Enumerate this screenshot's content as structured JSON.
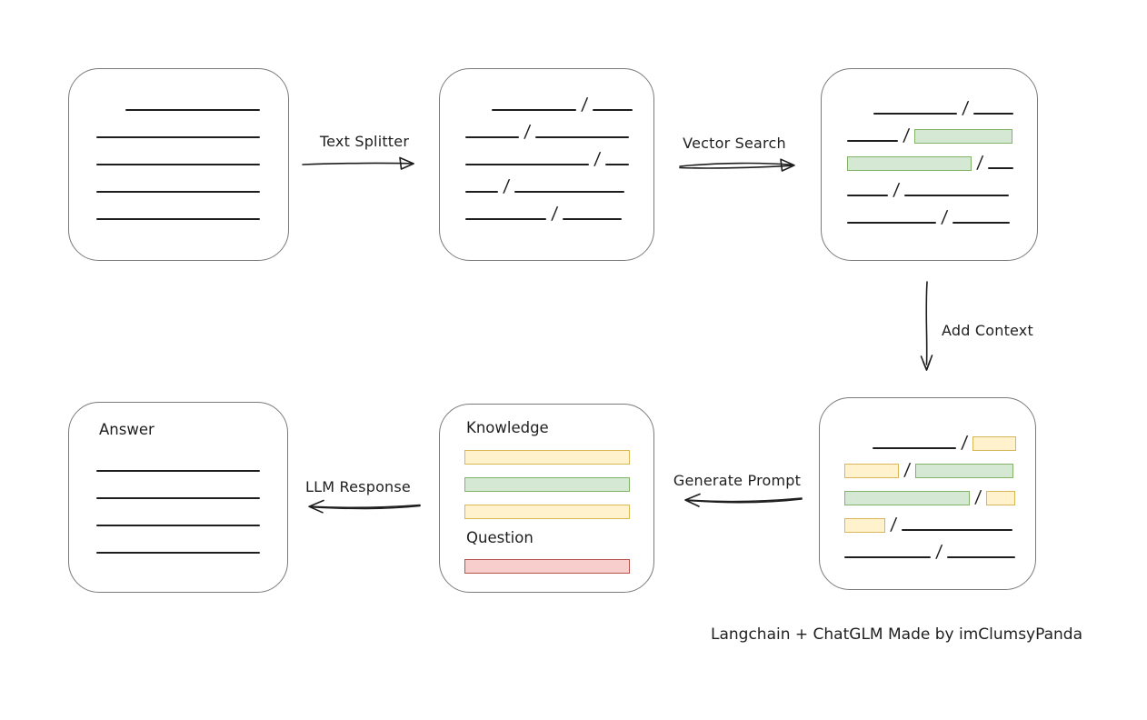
{
  "colors": {
    "ink": "#1e1e1e",
    "box_stroke": "#7a7a7a",
    "green_fill": "#d5e8d4",
    "green_stroke": "#82b366",
    "yellow_fill": "#fff2cc",
    "yellow_stroke": "#d6b656",
    "red_fill": "#f8cecc",
    "red_stroke": "#b85450"
  },
  "labels": {
    "text_splitter": "Text Splitter",
    "vector_search": "Vector Search",
    "add_context": "Add Context",
    "generate_prompt": "Generate Prompt",
    "llm_response": "LLM Response",
    "knowledge": "Knowledge",
    "question": "Question",
    "answer": "Answer",
    "credit": "Langchain + ChatGLM Made by imClumsyPanda"
  },
  "slash": "/",
  "rows": {
    "document": [
      {
        "indent": 32,
        "segs": [
          {
            "t": "line",
            "w": 148
          }
        ]
      },
      {
        "indent": 0,
        "segs": [
          {
            "t": "line",
            "w": 180
          }
        ]
      },
      {
        "indent": 0,
        "segs": [
          {
            "t": "line",
            "w": 180
          }
        ]
      },
      {
        "indent": 0,
        "segs": [
          {
            "t": "line",
            "w": 180
          }
        ]
      },
      {
        "indent": 0,
        "segs": [
          {
            "t": "line",
            "w": 180
          }
        ]
      }
    ],
    "split_chunks": [
      {
        "indent": 29,
        "segs": [
          {
            "t": "line",
            "w": 93
          },
          {
            "t": "line",
            "w": 44
          }
        ]
      },
      {
        "indent": 0,
        "segs": [
          {
            "t": "line",
            "w": 59
          },
          {
            "t": "line",
            "w": 103
          }
        ]
      },
      {
        "indent": 0,
        "segs": [
          {
            "t": "line",
            "w": 136
          },
          {
            "t": "line",
            "w": 26
          }
        ]
      },
      {
        "indent": 0,
        "segs": [
          {
            "t": "line",
            "w": 36
          },
          {
            "t": "line",
            "w": 121
          }
        ]
      },
      {
        "indent": 0,
        "segs": [
          {
            "t": "line",
            "w": 89
          },
          {
            "t": "line",
            "w": 65
          }
        ]
      }
    ],
    "vector_results": [
      {
        "indent": 29,
        "segs": [
          {
            "t": "line",
            "w": 92
          },
          {
            "t": "line",
            "w": 44
          }
        ]
      },
      {
        "indent": 0,
        "segs": [
          {
            "t": "line",
            "w": 56
          },
          {
            "t": "green",
            "w": 108
          }
        ]
      },
      {
        "indent": 0,
        "segs": [
          {
            "t": "green",
            "w": 137
          },
          {
            "t": "line",
            "w": 28
          }
        ]
      },
      {
        "indent": 0,
        "segs": [
          {
            "t": "line",
            "w": 45
          },
          {
            "t": "line",
            "w": 115
          }
        ]
      },
      {
        "indent": 0,
        "segs": [
          {
            "t": "line",
            "w": 98
          },
          {
            "t": "line",
            "w": 63
          }
        ]
      }
    ],
    "context_chunks": [
      {
        "indent": 31,
        "segs": [
          {
            "t": "line",
            "w": 92
          },
          {
            "t": "yellow",
            "w": 48
          }
        ]
      },
      {
        "indent": 0,
        "segs": [
          {
            "t": "yellow",
            "w": 60
          },
          {
            "t": "green",
            "w": 108
          }
        ]
      },
      {
        "indent": 0,
        "segs": [
          {
            "t": "green",
            "w": 138
          },
          {
            "t": "yellow",
            "w": 32
          }
        ]
      },
      {
        "indent": 0,
        "segs": [
          {
            "t": "yellow",
            "w": 45
          },
          {
            "t": "line",
            "w": 122
          }
        ]
      },
      {
        "indent": 0,
        "segs": [
          {
            "t": "line",
            "w": 95
          },
          {
            "t": "line",
            "w": 75
          }
        ]
      }
    ],
    "answer_lines": [
      {
        "indent": 0,
        "segs": [
          {
            "t": "line",
            "w": 180
          }
        ]
      },
      {
        "indent": 0,
        "segs": [
          {
            "t": "line",
            "w": 180
          }
        ]
      },
      {
        "indent": 0,
        "segs": [
          {
            "t": "line",
            "w": 180
          }
        ]
      },
      {
        "indent": 0,
        "segs": [
          {
            "t": "line",
            "w": 180
          }
        ]
      }
    ]
  },
  "prompt_box": {
    "knowledge_bars": [
      "yellow",
      "green",
      "yellow"
    ],
    "question_bars": [
      "red"
    ]
  }
}
